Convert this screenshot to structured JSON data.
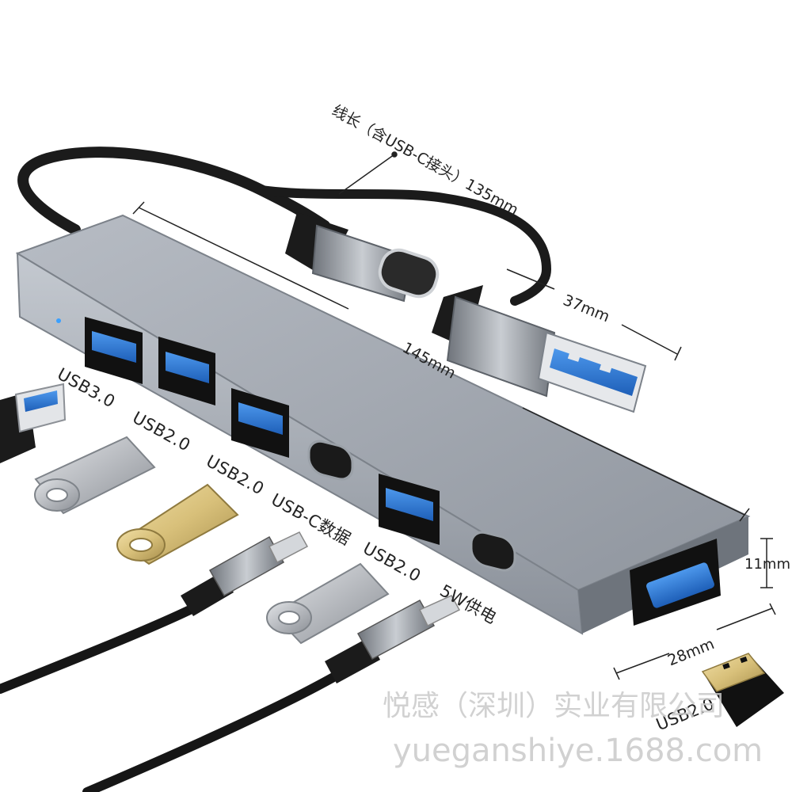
{
  "ports": {
    "usb30": "USB3.0",
    "usb20_a": "USB2.0",
    "usb20_b": "USB2.0",
    "usbc_data": "USB-C数据",
    "usb20_c": "USB2.0",
    "pd_power": "5W供电",
    "usb20_side": "USB2.0"
  },
  "dimensions": {
    "cable_length": "线长（含USB-C接头）135mm",
    "connector_width": "37mm",
    "hub_length": "145mm",
    "hub_height": "11mm",
    "hub_depth": "28mm"
  },
  "watermark": {
    "company": "悦感（深圳）实业有限公司",
    "website": "yueganshiye.1688.com"
  },
  "colors": {
    "hub_body": "#a6acb5",
    "port_blue": "#2f7fd9",
    "gold_drive": "#d8c07a"
  }
}
